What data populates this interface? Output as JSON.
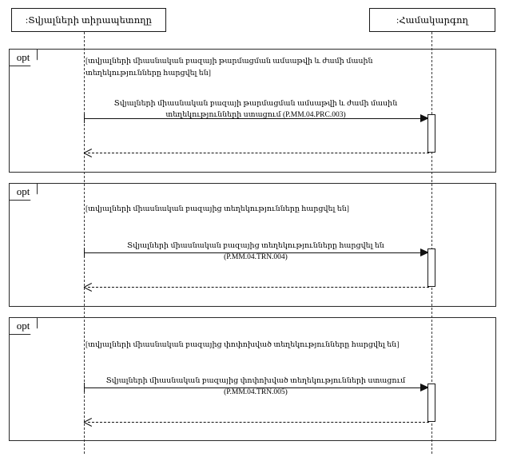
{
  "diagram": {
    "type": "uml-sequence-diagram",
    "background": "#ffffff",
    "line_color": "#111111"
  },
  "lifelines": [
    {
      "id": "owner",
      "label": ":Տվյալների տիրապետողը"
    },
    {
      "id": "coordinator",
      "label": ":Համակարգող"
    }
  ],
  "fragments": [
    {
      "operator": "opt",
      "guard": "[տվյալների միասնական բազայի թարմացման ամսաթվի և ժամի մասին\nտեղեկությունները հարցվել են]",
      "message": "Տվյալների միասնական բազայի թարմացման ամսաթվի և ժամի մասին\nտեղեկությունների ստացում (P.MM.04.PRC.003)",
      "code": "P.MM.04.PRC.003"
    },
    {
      "operator": "opt",
      "guard": "[տվյալների միասնական բազայից տեղեկությունները հարցվել են]",
      "message": "Տվյալների միասնական բազայից տեղեկությունները հարցվել են\n(P.MM.04.TRN.004)",
      "code": "P.MM.04.TRN.004"
    },
    {
      "operator": "opt",
      "guard": "[տվյալների միասնական բազայից փոփոխված տեղեկությունները հարցվել են]",
      "message": "Տվյալների միասնական բազայից փոփոխված տեղեկությունների ստացում\n(P.MM.04.TRN.005)",
      "code": "P.MM.04.TRN.005"
    }
  ]
}
